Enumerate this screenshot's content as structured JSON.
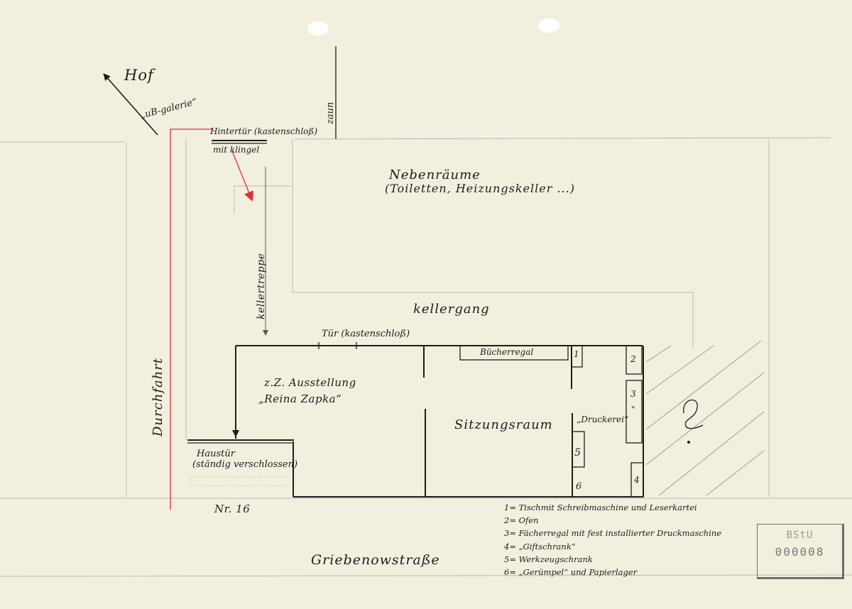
{
  "labels": {
    "hof": "Hof",
    "ub_galerie": "„uB-galerie“",
    "zaun": "zaun",
    "hintertuer": "Hintertür (kastenschloß)",
    "klingel": "mit klingel",
    "nebenraeume": "Nebenräume",
    "nebenraeume_detail": "(Toiletten, Heizungskeller ...)",
    "kellertreppe": "kellertreppe",
    "kellergang": "kellergang",
    "tuer": "Tür (kastenschloß)",
    "buecherregal": "Bücherregal",
    "ausstellung": "z.Z. Ausstellung",
    "ausstellung_name": "„Reina Zapka“",
    "sitzungsraum": "Sitzungsraum",
    "druckerei": "„Druckerei“",
    "haustuer": "Haustür",
    "haustuer_detail": "(ständig verschlossen)",
    "durchfahrt": "Durchfahrt",
    "hausnummer": "Nr. 16",
    "strasse": "Griebenowstraße",
    "markings": [
      "1",
      "2",
      "3",
      "\"",
      "4",
      "5",
      "6"
    ]
  },
  "legend": [
    "1= Tischmit Schreibmaschine und Leserkartei",
    "2= Ofen",
    "3= Fächerregal mit fest installierter Druckmaschine",
    "4= „Giftschrank“",
    "5= Werkzeugschrank",
    "6= „Gerümpel“ und Papierlager"
  ],
  "stamp": {
    "line1": "BStU",
    "line2": "000008"
  },
  "colors": {
    "paper": "#f3efdf",
    "ink": "#1c1c1c",
    "pencil": "#b8b8b8",
    "red": "#e0303c"
  }
}
